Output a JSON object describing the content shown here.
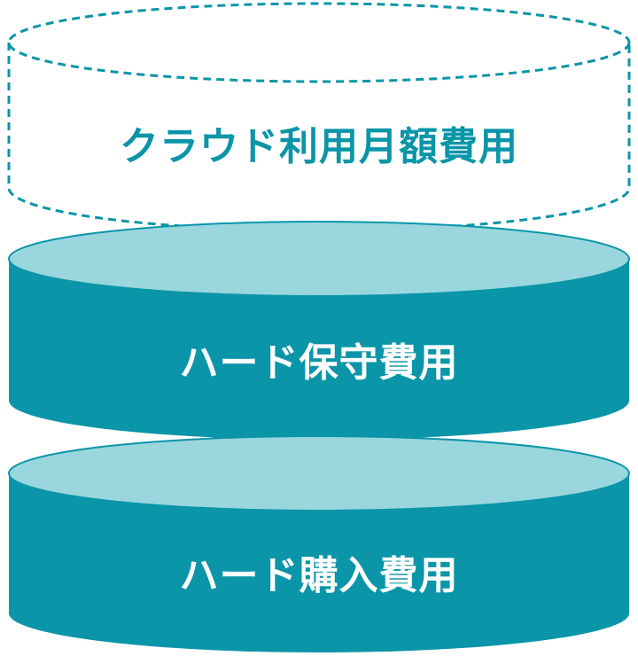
{
  "layers": [
    {
      "label": "クラウド利用月額費用",
      "style": "dashed"
    },
    {
      "label": "ハード保守費用",
      "style": "solid"
    },
    {
      "label": "ハード購入費用",
      "style": "solid"
    }
  ],
  "colors": {
    "primary": "#0a95a8",
    "top_face": "#9ad6de",
    "background": "#ffffff"
  }
}
